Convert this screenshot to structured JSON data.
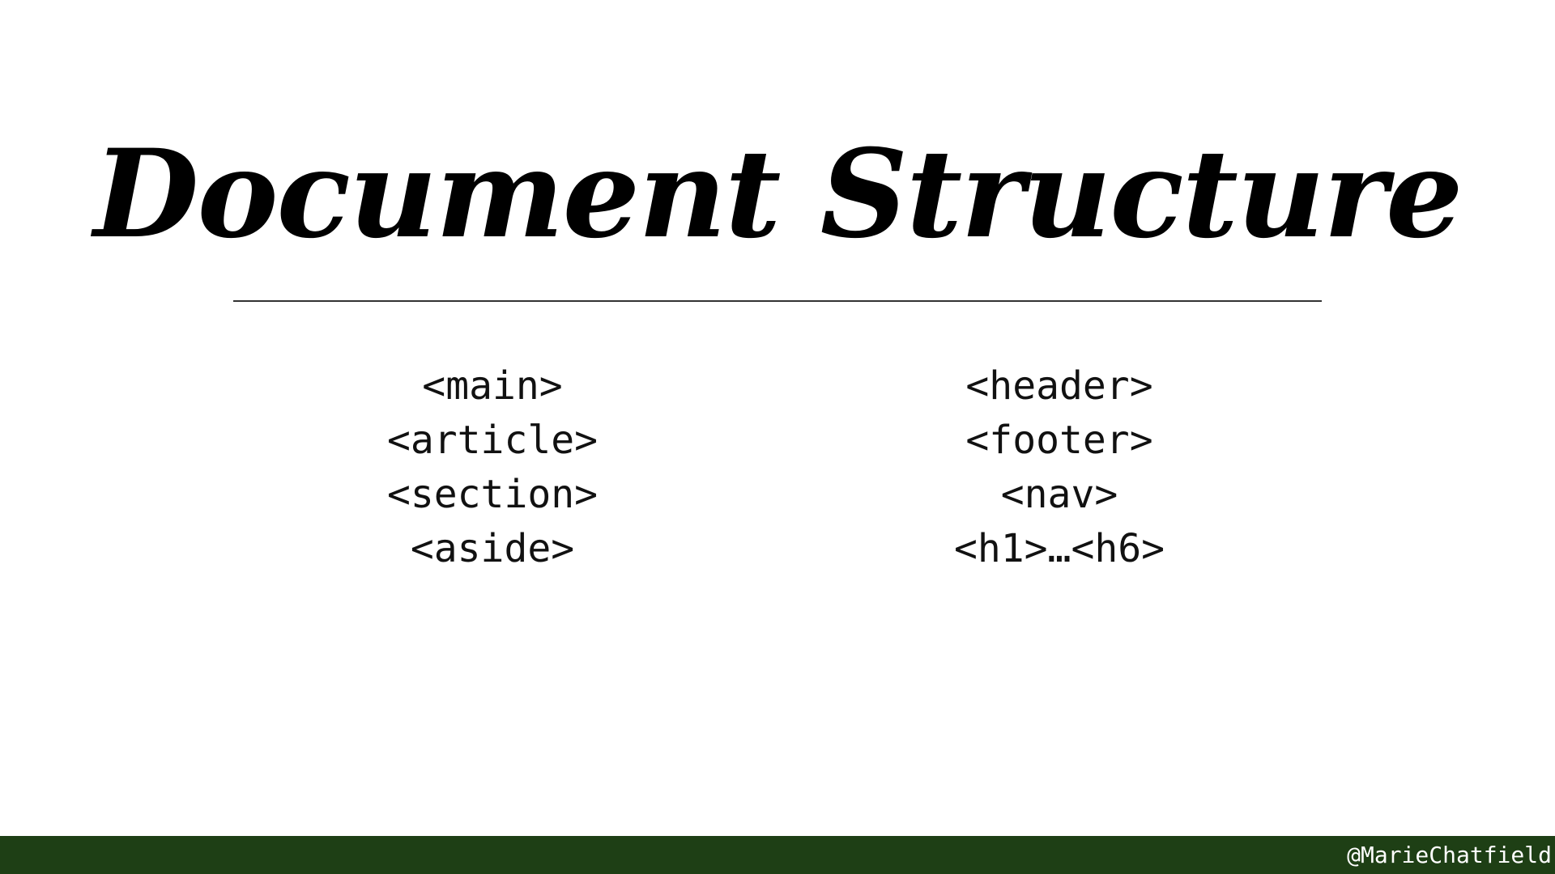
{
  "slide": {
    "title": "Document Structure",
    "left_column": [
      "<main>",
      "<article>",
      "<section>",
      "<aside>"
    ],
    "right_column": [
      "<header>",
      "<footer>",
      "<nav>",
      "<h1>…<h6>"
    ]
  },
  "footer": {
    "handle": "@MarieChatfield",
    "bar_color": "#1e3f15"
  }
}
